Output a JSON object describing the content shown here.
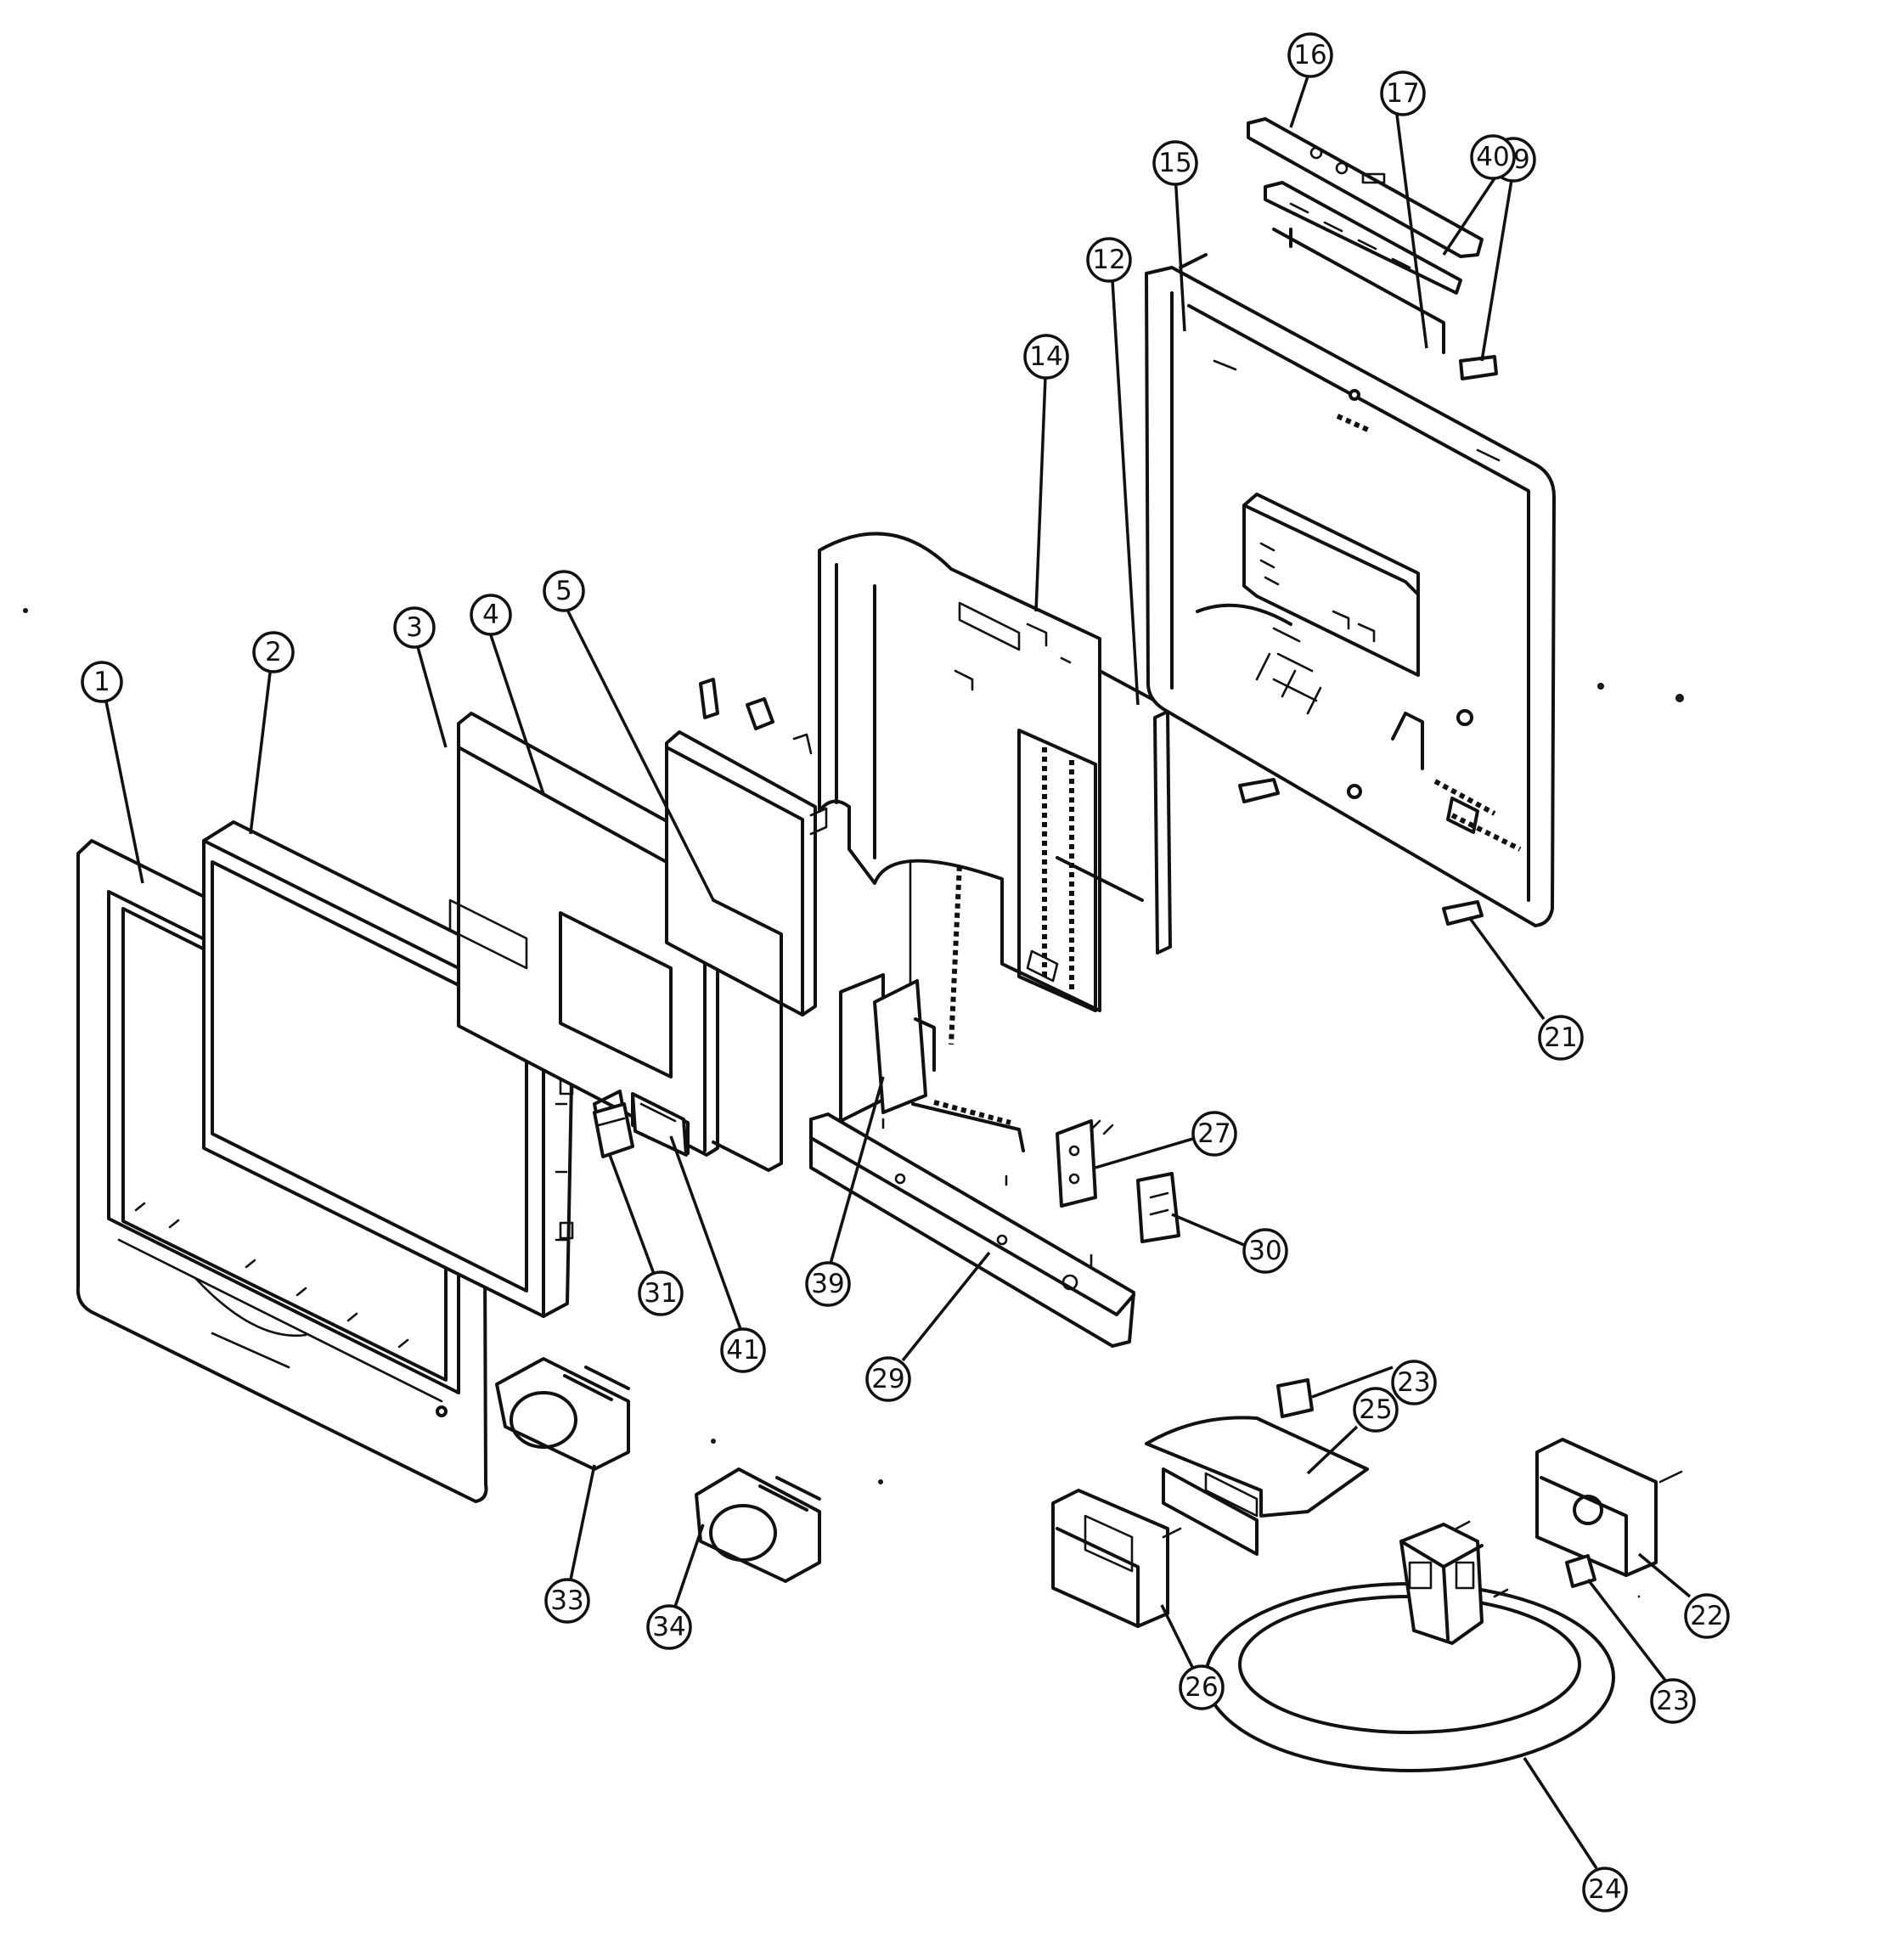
{
  "callouts": [
    {
      "id": "c1",
      "text": "1"
    },
    {
      "id": "c2",
      "text": "2"
    },
    {
      "id": "c3",
      "text": "3"
    },
    {
      "id": "c4",
      "text": "4"
    },
    {
      "id": "c5",
      "text": "5"
    },
    {
      "id": "c12",
      "text": "12"
    },
    {
      "id": "c14",
      "text": "14"
    },
    {
      "id": "c15",
      "text": "15"
    },
    {
      "id": "c16",
      "text": "16"
    },
    {
      "id": "c17",
      "text": "17"
    },
    {
      "id": "c19",
      "text": "19"
    },
    {
      "id": "c21",
      "text": "21"
    },
    {
      "id": "c22",
      "text": "22"
    },
    {
      "id": "c23a",
      "text": "23"
    },
    {
      "id": "c23b",
      "text": "23"
    },
    {
      "id": "c24",
      "text": "24"
    },
    {
      "id": "c25",
      "text": "25"
    },
    {
      "id": "c26",
      "text": "26"
    },
    {
      "id": "c27",
      "text": "27"
    },
    {
      "id": "c29",
      "text": "29"
    },
    {
      "id": "c30",
      "text": "30"
    },
    {
      "id": "c31",
      "text": "31"
    },
    {
      "id": "c33",
      "text": "33"
    },
    {
      "id": "c34",
      "text": "34"
    },
    {
      "id": "c39",
      "text": "39"
    },
    {
      "id": "c40",
      "text": "40"
    },
    {
      "id": "c41",
      "text": "41"
    }
  ]
}
